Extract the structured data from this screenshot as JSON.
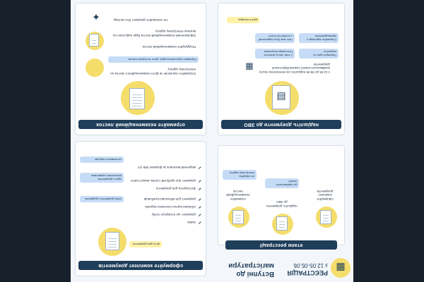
{
  "header": {
    "title_line1": "Вступні до",
    "title_line2": "магістратури",
    "reg_label": "РЕЄСТРАЦІЯ",
    "reg_dates": "з 12.05-05.06"
  },
  "stages": {
    "title": "етапи реєстрації",
    "steps": [
      {
        "label": "сформуйте комплект документів"
      },
      {
        "label": "надішліть документи до ЗВО"
      },
      {
        "label": "отримайте екзаменаційний листок"
      }
    ],
    "bubble_left": "на офіційну електронну адресу",
    "bubble_right": "до приймальної комісії"
  },
  "sections": {
    "form_kit": {
      "title": "сформуйте комплект документів",
      "bubble_top": "фото для документа",
      "items": [
        "заява",
        "документ, що посвідчує особу",
        "облікова картка платника податків",
        "документ для військовослужбовців",
        "фотокартка для документа",
        "документ про здобутий ступінь вищої освіти",
        "медичний висновок за формою 086-1/о"
      ],
      "bubble_mid1": "копія документа з додатком",
      "bubble_mid2": "один з документів, визначених правилами",
      "bubble_bottom": "за наявності підстав"
    },
    "send_docs": {
      "title": "надішліть документи до ЗВО",
      "dates_text": "з 12.05 до 05.06 надішліть на електронну пошту приймальної комісії сканкопії/фотокопії документів",
      "bubble1": "Перевірте дані та надішліть",
      "bubble2": "У темі листа зазначте: Реєстрація вступника",
      "bubble3": "Отримайте відповідь з підтвердженням",
      "bubble4": "Лист має бути надісланий з особистої пошти",
      "bubble_yellow": "дані в порядку"
    },
    "exam_sheet": {
      "title": "отримайте екзаменаційний листок",
      "text_top": "Отримайте сканкопію чи фото екзаменаційного листка на електронну адресу",
      "text_mid": "Роздрукуйте екзаменаційний листок",
      "bubble_mid": "Перевірте персональні дані, фото та перелік іспитів",
      "text_bottom": "Оформлений екзаменаційний листок буде надіслано на вказану електронну адресу",
      "text_footer": "Не залишайте документ без нагляду"
    }
  },
  "colors": {
    "navy": "#1f3e5a",
    "yellow": "#f4dd6a",
    "light_blue": "#c6dcf6",
    "background": "#f3f6fa"
  }
}
